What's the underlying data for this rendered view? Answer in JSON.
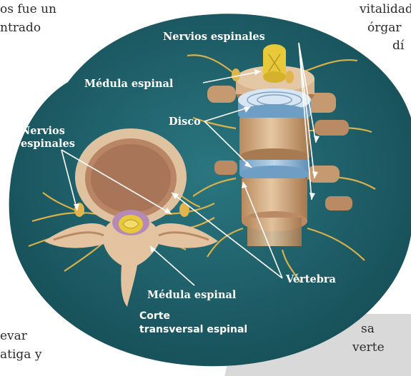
{
  "page_text": {
    "top_left_line1": "os fue un",
    "top_left_line2": "ntrado",
    "top_right_line1": "vitalidad",
    "top_right_line2": "órgar",
    "top_right_line3": "dí",
    "bottom_left_line1": "evar",
    "bottom_left_line2": "atiga y",
    "bottom_right_line1": "sa",
    "bottom_right_line2": "verte"
  },
  "diagram": {
    "labels": {
      "nervios_espinales_top": "Nervios espinales",
      "medula_espinal_top": "Médula espinal",
      "disco": "Disco",
      "nervios_espinales_left_line1": "Nervios",
      "nervios_espinales_left_line2": "espinales",
      "vertebra": "Vértebra",
      "medula_espinal_bottom": "Médula espinal",
      "corte_line1": "Corte",
      "corte_line2": "transversal espinal"
    },
    "colors": {
      "background": "#1f6670",
      "bone": "#d8b48e",
      "bone_dark": "#a9794f",
      "disc": "#8fb6d6",
      "nerve": "#d9b04a",
      "cord": "#e8c93a",
      "cartilage": "#b58ab5"
    }
  }
}
